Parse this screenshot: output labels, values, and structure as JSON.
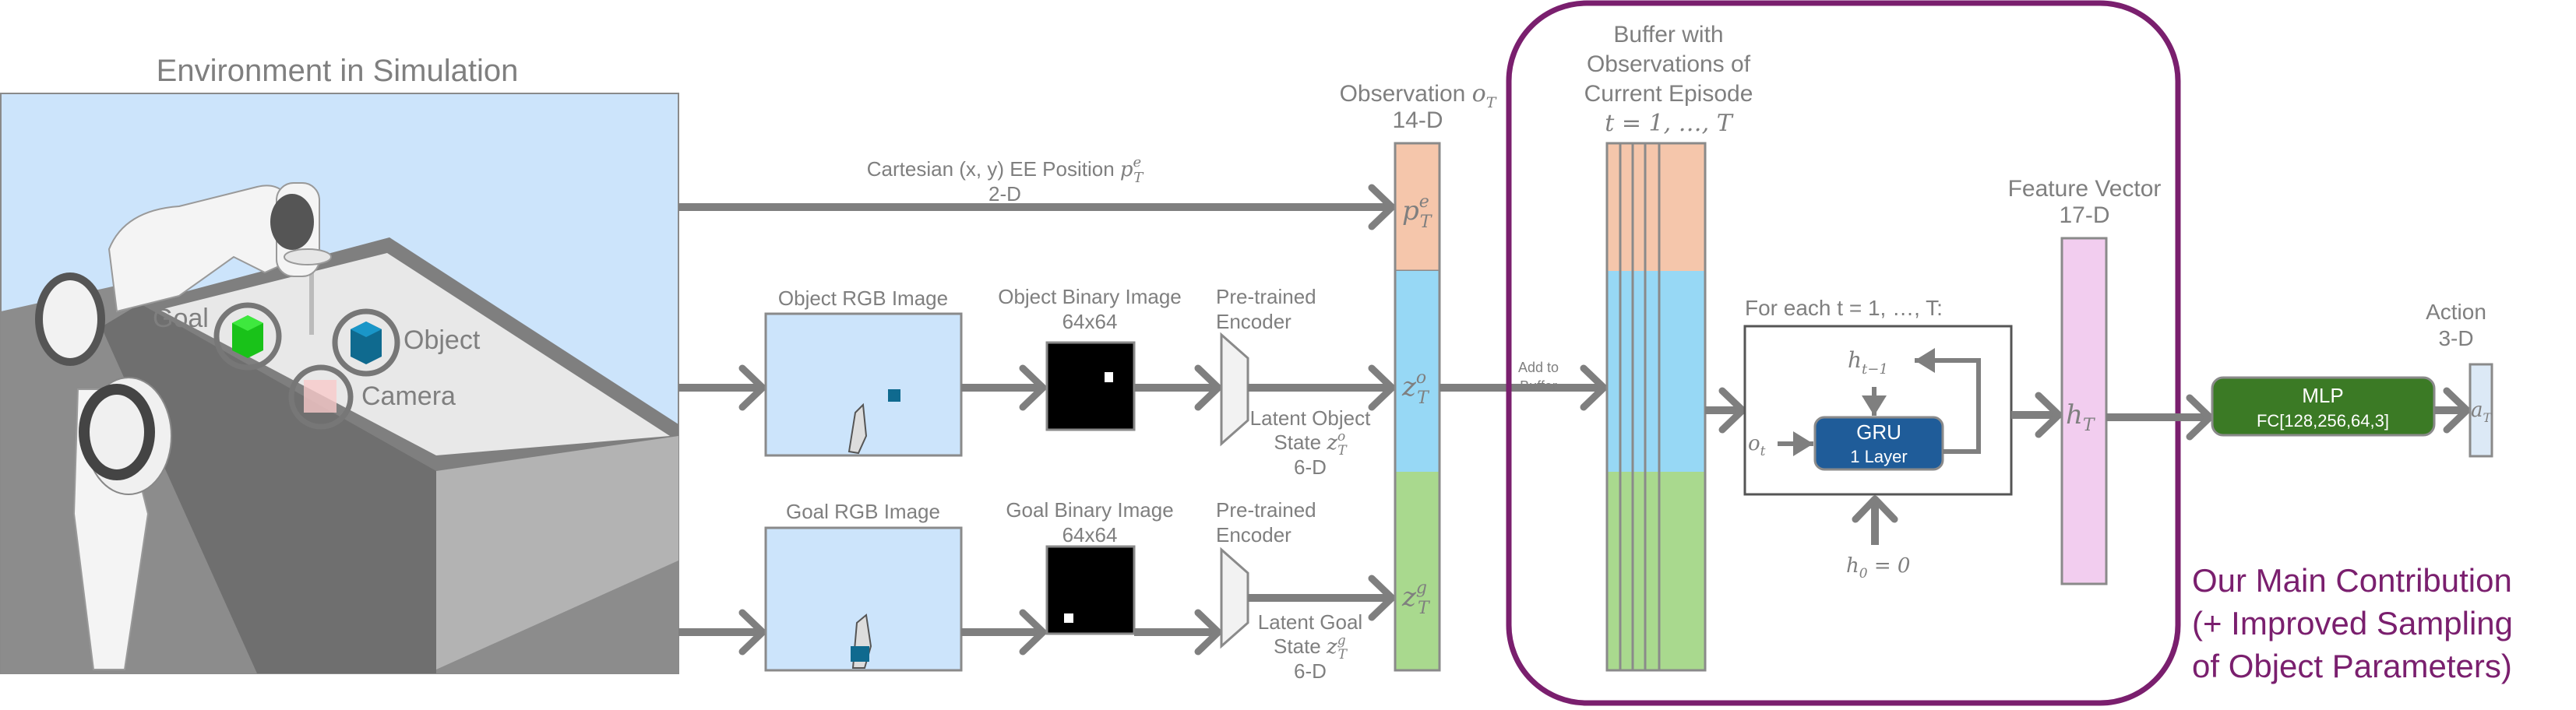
{
  "colors": {
    "sky": "#cce4fb",
    "text": "#7f7f7f",
    "contribution": "#7a1f6e",
    "obs_ee": "#f5c6ab",
    "obs_object": "#97d8f5",
    "obs_goal": "#a9d98e",
    "feature": "#f2cdef",
    "action": "#dce9f6",
    "gru": "#1f5c99",
    "mlp": "#3b7a25"
  },
  "environment": {
    "title": "Environment in Simulation",
    "labels": {
      "goal": "Goal",
      "object": "Object",
      "camera": "Camera"
    }
  },
  "ee_position": {
    "label": "Cartesian (x, y) EE Position",
    "sym": "p",
    "sup": "e",
    "sub": "T",
    "dim": "2-D"
  },
  "object_branch": {
    "rgb_label": "Object RGB Image",
    "binary_label": "Object Binary Image",
    "binary_size": "64x64",
    "encoder_line1": "Pre-trained",
    "encoder_line2": "Encoder",
    "latent_line1": "Latent Object",
    "latent_line2": "State",
    "latent_sym": "z",
    "latent_sup": "o",
    "latent_sub": "T",
    "latent_dim": "6-D"
  },
  "goal_branch": {
    "rgb_label": "Goal RGB Image",
    "binary_label": "Goal Binary Image",
    "binary_size": "64x64",
    "encoder_line1": "Pre-trained",
    "encoder_line2": "Encoder",
    "latent_line1": "Latent Goal",
    "latent_line2": "State",
    "latent_sym": "z",
    "latent_sup": "g",
    "latent_sub": "T",
    "latent_dim": "6-D"
  },
  "observation": {
    "title": "Observation",
    "sym": "o",
    "sub": "T",
    "dim": "14-D",
    "segments": [
      {
        "sym": "p",
        "sup": "e",
        "sub": "T"
      },
      {
        "sym": "z",
        "sup": "o",
        "sub": "T"
      },
      {
        "sym": "z",
        "sup": "g",
        "sub": "T"
      }
    ]
  },
  "add_to_buffer": {
    "line1": "Add to",
    "line2": "Buffer"
  },
  "buffer": {
    "line1": "Buffer with",
    "line2": "Observations of",
    "line3": "Current Episode",
    "range": "t = 1, …, T"
  },
  "gru_loop": {
    "title": "For each t = 1, …, T:",
    "block_line1": "GRU",
    "block_line2": "1 Layer",
    "hidden_prev_sym": "h",
    "hidden_prev_sub": "t−1",
    "input_sym": "o",
    "input_sub": "t",
    "init_sym": "h",
    "init_sub": "0",
    "init_rest": " = 0"
  },
  "feature_vector": {
    "title": "Feature Vector",
    "dim": "17-D",
    "sym": "h",
    "sub": "T"
  },
  "mlp": {
    "title": "MLP",
    "layers": "FC[128,256,64,3]"
  },
  "action": {
    "title": "Action",
    "dim": "3-D",
    "sym": "a",
    "sub": "T"
  },
  "contribution": {
    "line1": "Our Main Contribution",
    "line2": "(+ Improved Sampling",
    "line3": "of Object Parameters)"
  }
}
